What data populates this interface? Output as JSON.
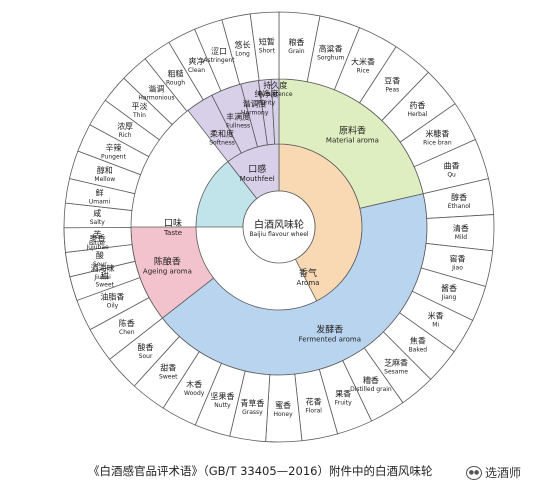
{
  "center": {
    "zh": "白酒风味轮",
    "en": "Baijiu flavour wheel"
  },
  "colors": {
    "aroma": "#b9d4ee",
    "material": "#dfeec1",
    "taste": "#c1e3ea",
    "ageing": "#f3c3cd",
    "mouthfeel": "#d8cfe8",
    "center_ring": "#f9d9b3",
    "hub": "#ffffff",
    "stroke": "#5c5c5c"
  },
  "sectors": [
    {
      "key": "aroma",
      "zh": "香气",
      "en": "Aroma",
      "start": 0,
      "end": 153,
      "sub": [
        {
          "zh": "原料香",
          "en": "Material aroma",
          "color_key": "material",
          "start": 0,
          "end": 77,
          "leaves": [
            {
              "zh": "粮香",
              "en": "Grain"
            },
            {
              "zh": "高粱香",
              "en": "Sorghum"
            },
            {
              "zh": "大米香",
              "en": "Rice"
            },
            {
              "zh": "豆香",
              "en": "Peas"
            },
            {
              "zh": "药香",
              "en": "Herbal"
            },
            {
              "zh": "米糠香",
              "en": "Rice bran"
            },
            {
              "zh": "曲香",
              "en": "Qu"
            }
          ]
        },
        {
          "zh": "发酵香",
          "en": "Fermented aroma",
          "color_key": "aroma",
          "start": 77,
          "end": 232,
          "leaves": [
            {
              "zh": "醇香",
              "en": "Ethanol"
            },
            {
              "zh": "清香",
              "en": "Mild"
            },
            {
              "zh": "窖香",
              "en": "Jiao"
            },
            {
              "zh": "酱香",
              "en": "Jiang"
            },
            {
              "zh": "米香",
              "en": "Mi"
            },
            {
              "zh": "焦香",
              "en": "Baked"
            },
            {
              "zh": "芝麻香",
              "en": "Sesame"
            },
            {
              "zh": "糟香",
              "en": "Distilled grain"
            },
            {
              "zh": "果香",
              "en": "Fruity"
            },
            {
              "zh": "花香",
              "en": "Floral"
            },
            {
              "zh": "蜜香",
              "en": "Honey"
            },
            {
              "zh": "青草香",
              "en": "Grassy"
            },
            {
              "zh": "坚果香",
              "en": "Nutty"
            },
            {
              "zh": "木香",
              "en": "Woody"
            },
            {
              "zh": "甜香",
              "en": "Sweet"
            },
            {
              "zh": "酸香",
              "en": "Sour"
            }
          ]
        },
        {
          "zh": "陈酿香",
          "en": "Ageing aroma",
          "color_key": "ageing",
          "start": 232,
          "end": 270,
          "leaves": [
            {
              "zh": "陈香",
              "en": "Chen"
            },
            {
              "zh": "油脂香",
              "en": "Oily"
            },
            {
              "zh": "酒海味",
              "en": "Jiuhai"
            },
            {
              "zh": "枣香",
              "en": "Jujubae"
            }
          ]
        }
      ]
    },
    {
      "key": "taste",
      "zh": "口味",
      "en": "Taste",
      "start": 270,
      "end": 322,
      "sub": [],
      "leaves": [
        {
          "zh": "甜",
          "en": "Sweet"
        },
        {
          "zh": "酸",
          "en": "Sour"
        },
        {
          "zh": "苦",
          "en": "Bitter"
        },
        {
          "zh": "咸",
          "en": "Salty"
        },
        {
          "zh": "鲜",
          "en": "Umami"
        }
      ]
    },
    {
      "key": "mouthfeel",
      "zh": "口感",
      "en": "Mouthfeel",
      "start": 322,
      "end": 360,
      "sub": [
        {
          "zh": "柔和度",
          "en": "Softness",
          "start": 322,
          "end": 333,
          "leaves": [
            {
              "zh": "醇和",
              "en": "Mellow"
            },
            {
              "zh": "辛辣",
              "en": "Pungent"
            }
          ]
        },
        {
          "zh": "丰满度",
          "en": "Fullness",
          "start": 333,
          "end": 345,
          "leaves": [
            {
              "zh": "浓厚",
              "en": "Rich"
            },
            {
              "zh": "平淡",
              "en": "Thin"
            }
          ]
        },
        {
          "zh": "谐调度",
          "en": "Harmony",
          "start": 345,
          "end": 352,
          "leaves": [
            {
              "zh": "谐调",
              "en": "Harmonious"
            },
            {
              "zh": "粗糙",
              "en": "Rough"
            }
          ]
        },
        {
          "zh": "纯净度",
          "en": "Purity",
          "start": 352,
          "end": 357,
          "leaves": [
            {
              "zh": "爽净",
              "en": "Clean"
            },
            {
              "zh": "涩口",
              "en": "Astringent"
            }
          ]
        },
        {
          "zh": "持久度",
          "en": "Persistence",
          "start": 357,
          "end": 360,
          "leaves": [
            {
              "zh": "悠长",
              "en": "Long"
            },
            {
              "zh": "短暂",
              "en": "Short"
            }
          ]
        }
      ]
    }
  ],
  "caption": "《白酒感官品评术语》（GB/T 33405—2016）附件中的白酒风味轮",
  "brand": {
    "icon": "wechat-icon",
    "label": "选酒师"
  }
}
